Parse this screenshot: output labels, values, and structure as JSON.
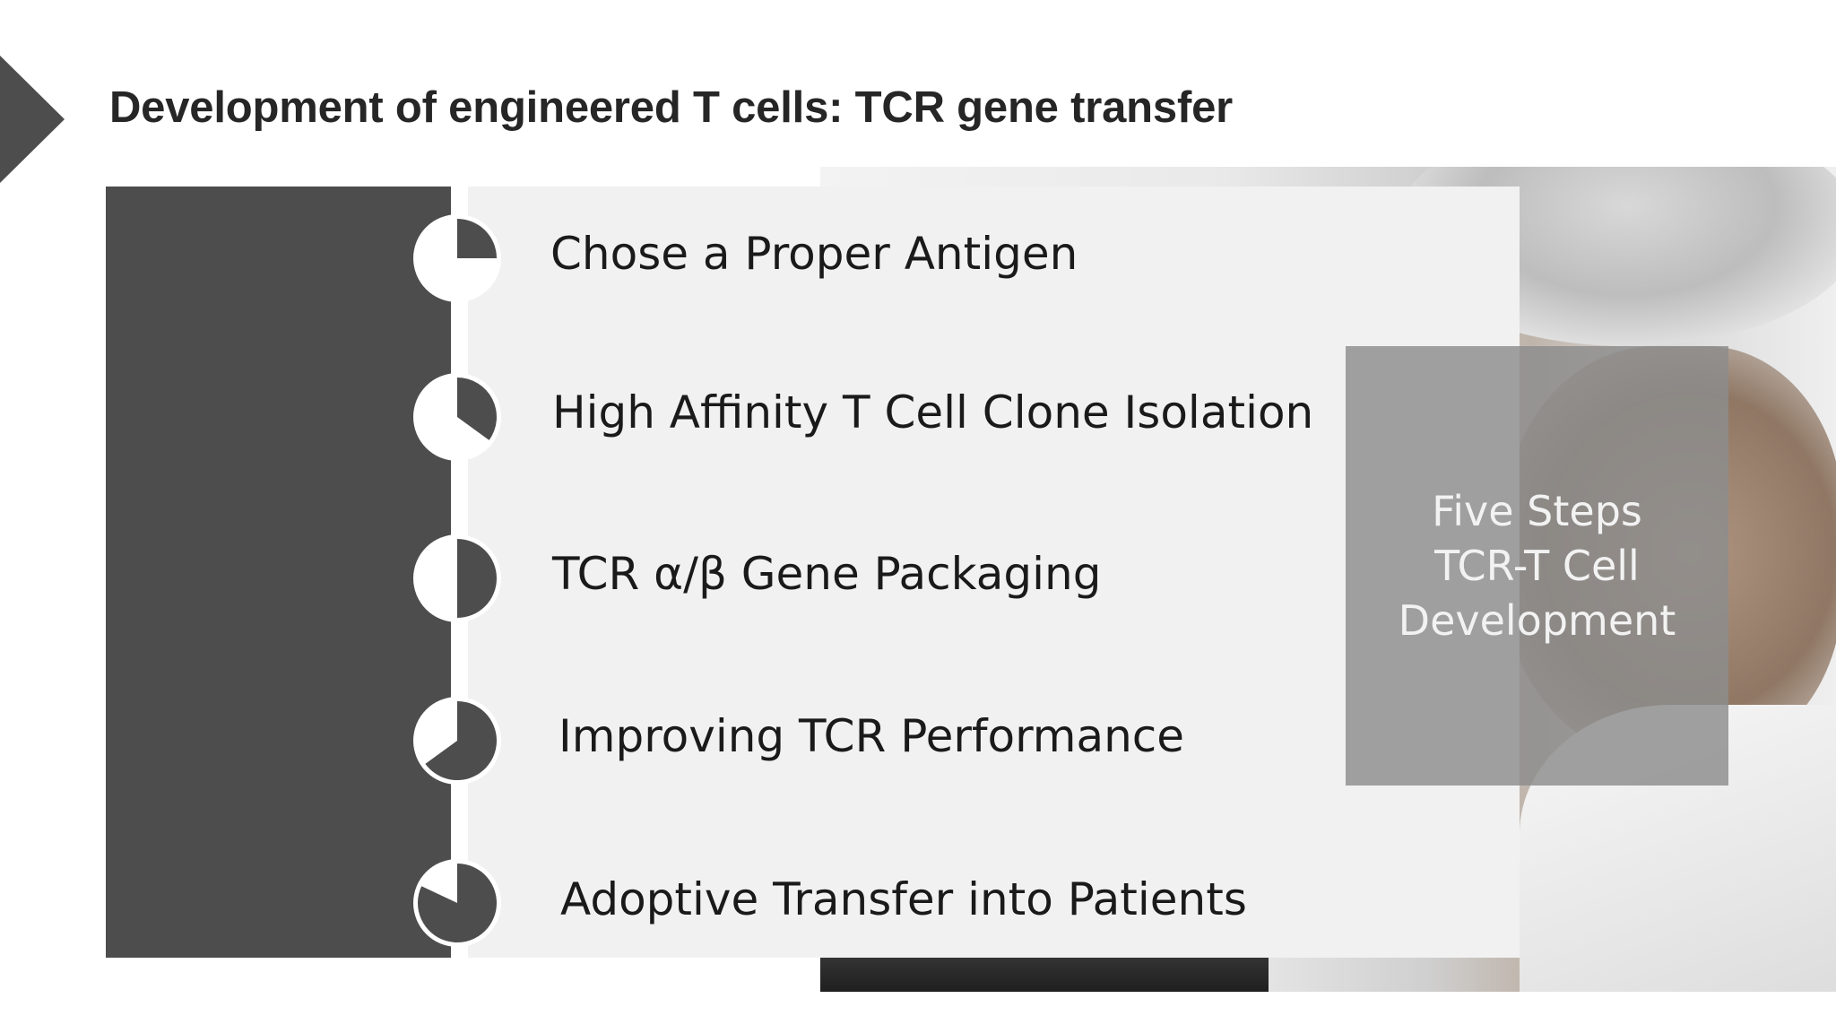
{
  "slide": {
    "title": "Development of engineered T cells: TCR gene transfer"
  },
  "steps": [
    {
      "label": "Chose a Proper Antigen",
      "progress_icon": "pie-quarter-icon",
      "fill_fraction": 0.25
    },
    {
      "label": "High Affinity T Cell Clone Isolation",
      "progress_icon": "pie-third-icon",
      "fill_fraction": 0.35
    },
    {
      "label": "TCR α/β Gene Packaging",
      "progress_icon": "pie-half-icon",
      "fill_fraction": 0.5
    },
    {
      "label": "Improving TCR Performance",
      "progress_icon": "pie-two-thirds-icon",
      "fill_fraction": 0.65
    },
    {
      "label": "Adoptive Transfer into Patients",
      "progress_icon": "pie-mostly-full-icon",
      "fill_fraction": 0.82
    }
  ],
  "caption": {
    "lines": [
      "Five Steps",
      "TCR-T Cell",
      "Development"
    ]
  },
  "colors": {
    "dark_panel": "#4d4d4d",
    "light_panel": "#f1f1f1",
    "caption_box": "#8c8c8c",
    "pie_fill": "#4d4d4d"
  }
}
